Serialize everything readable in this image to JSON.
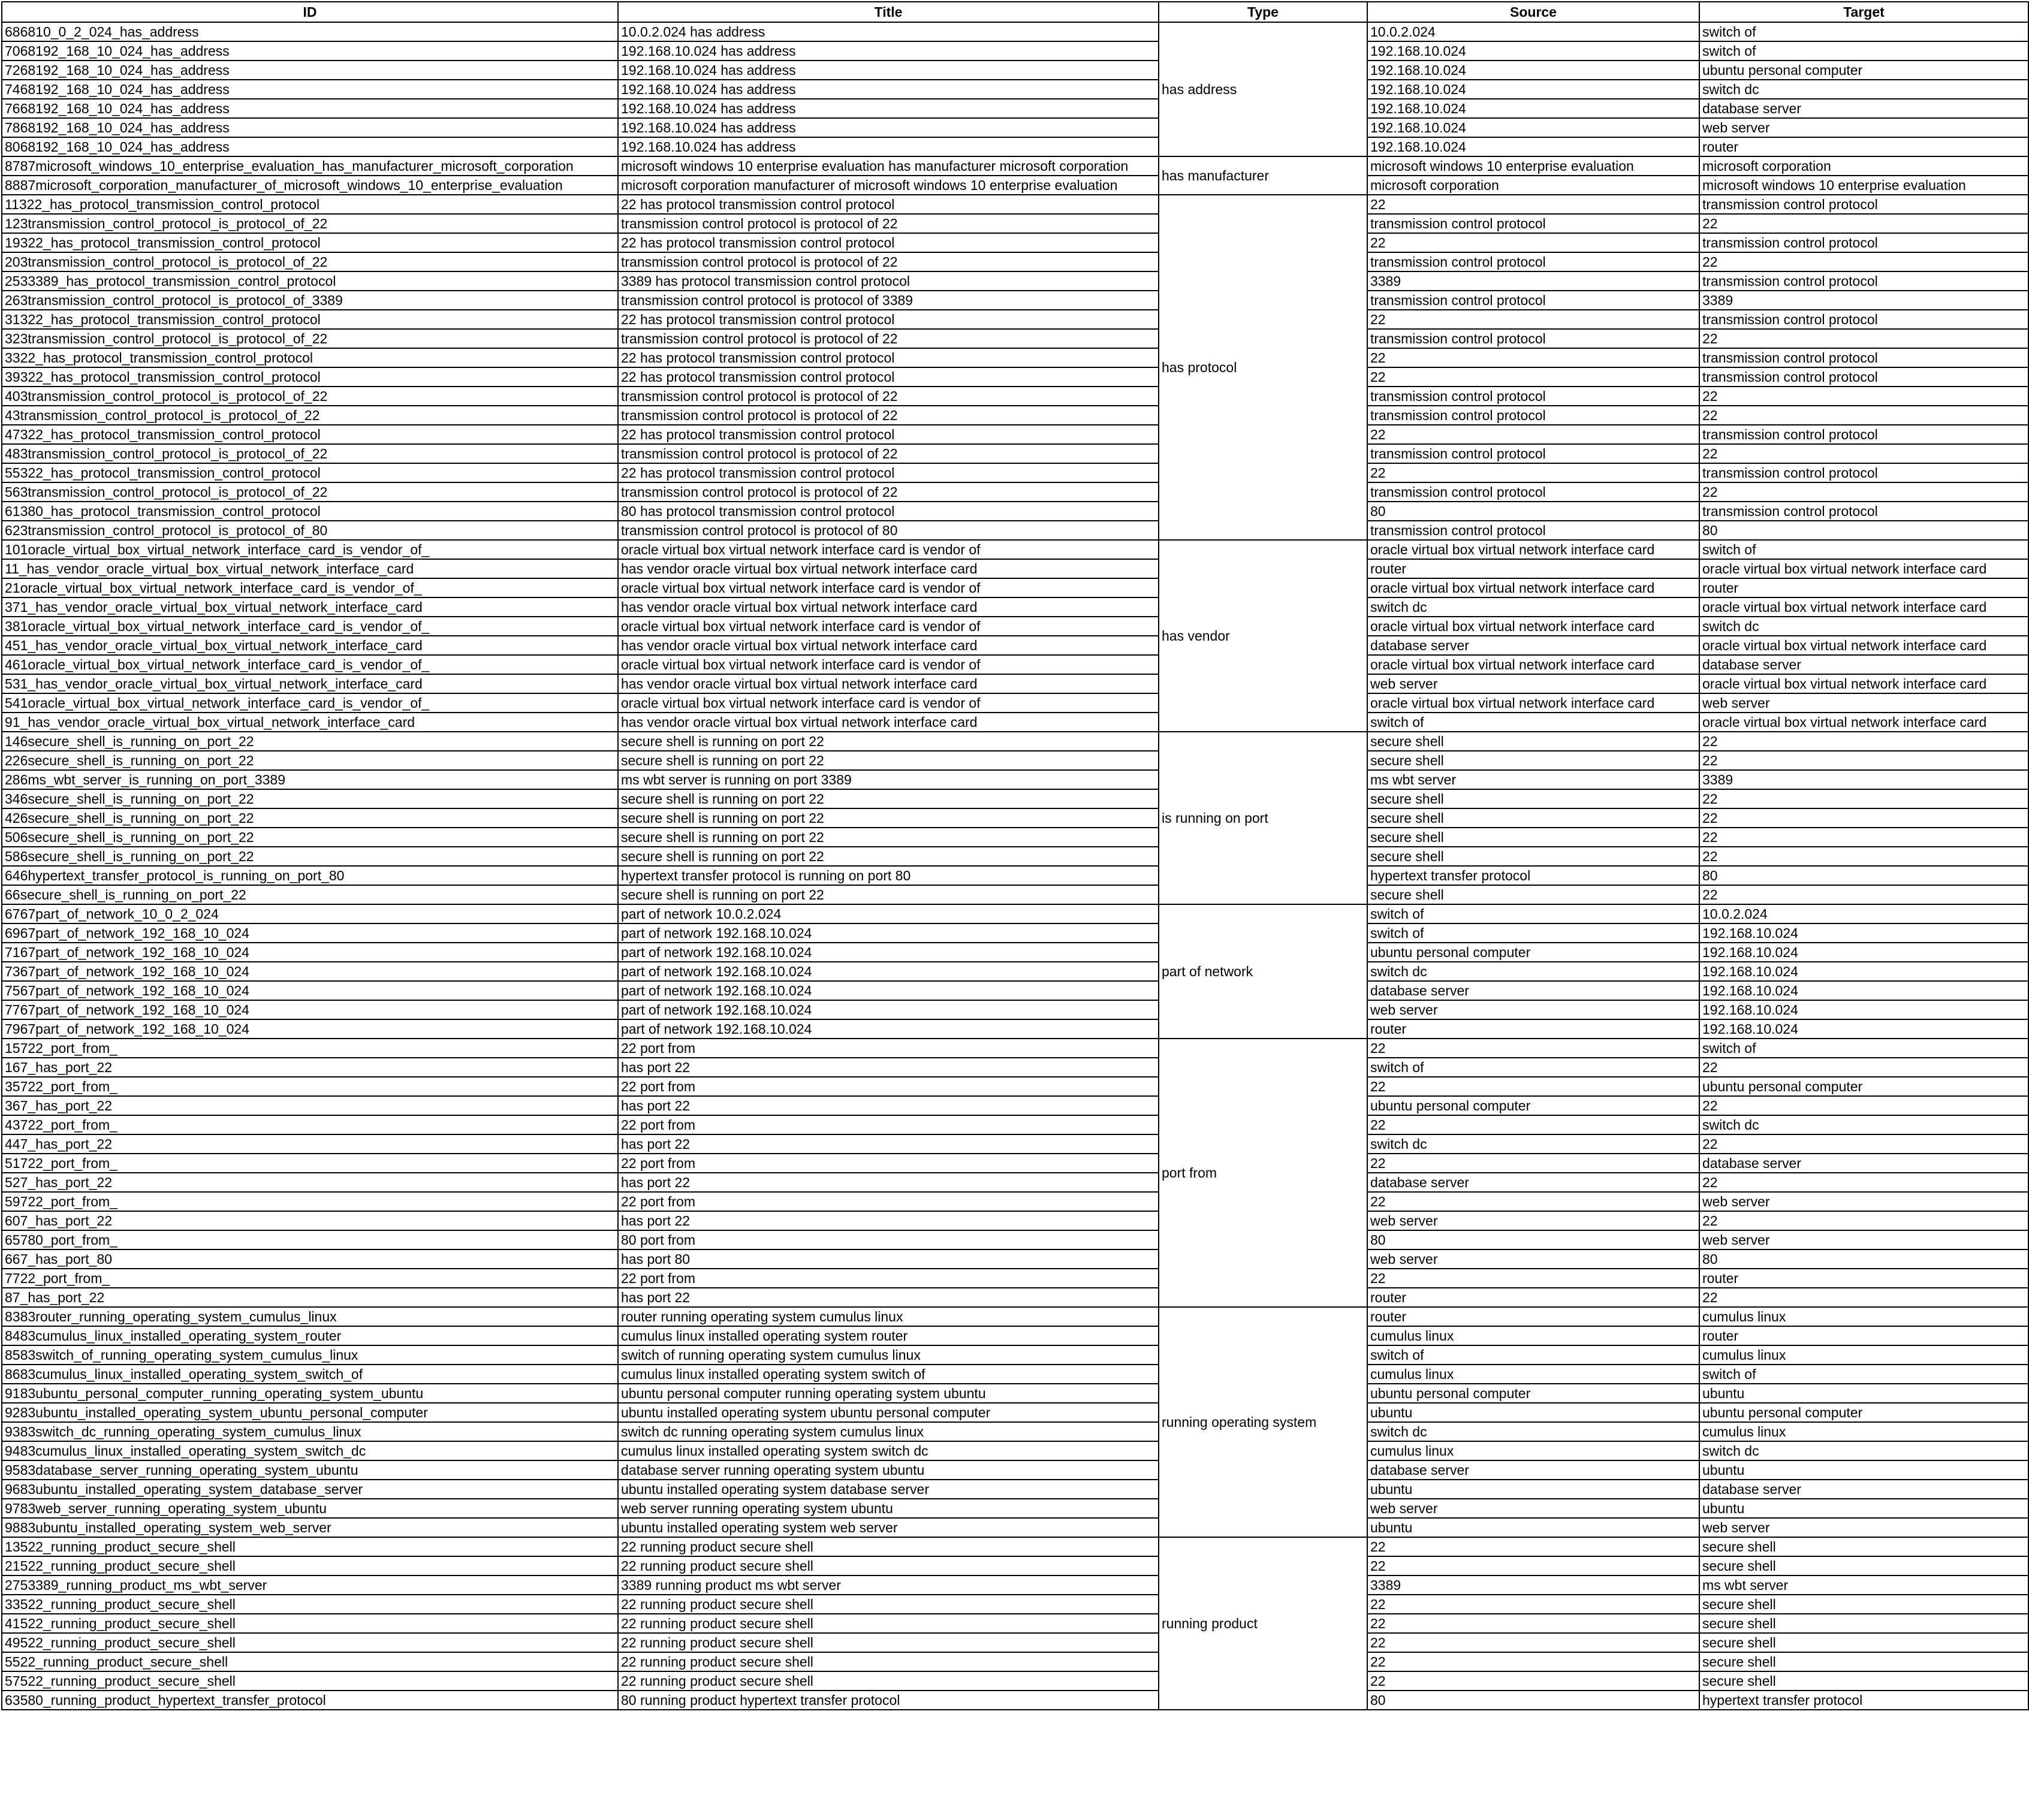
{
  "columns": [
    "ID",
    "Title",
    "Type",
    "Source",
    "Target"
  ],
  "groups": [
    {
      "type": "has address",
      "rows": [
        [
          "686810_0_2_024_has_address",
          "10.0.2.024 has address",
          "10.0.2.024",
          "switch of"
        ],
        [
          "7068192_168_10_024_has_address",
          "192.168.10.024 has address",
          "192.168.10.024",
          "switch of"
        ],
        [
          "7268192_168_10_024_has_address",
          "192.168.10.024 has address",
          "192.168.10.024",
          "ubuntu personal computer"
        ],
        [
          "7468192_168_10_024_has_address",
          "192.168.10.024 has address",
          "192.168.10.024",
          "switch dc"
        ],
        [
          "7668192_168_10_024_has_address",
          "192.168.10.024 has address",
          "192.168.10.024",
          "database server"
        ],
        [
          "7868192_168_10_024_has_address",
          "192.168.10.024 has address",
          "192.168.10.024",
          "web server"
        ],
        [
          "8068192_168_10_024_has_address",
          "192.168.10.024 has address",
          "192.168.10.024",
          "router"
        ]
      ]
    },
    {
      "type": "has manufacturer",
      "rows": [
        [
          "8787microsoft_windows_10_enterprise_evaluation_has_manufacturer_microsoft_corporation",
          "microsoft windows 10 enterprise evaluation has manufacturer microsoft corporation",
          "microsoft windows 10 enterprise evaluation",
          "microsoft corporation"
        ],
        [
          "8887microsoft_corporation_manufacturer_of_microsoft_windows_10_enterprise_evaluation",
          "microsoft corporation manufacturer of microsoft windows 10 enterprise evaluation",
          "microsoft corporation",
          "microsoft windows 10 enterprise evaluation"
        ]
      ]
    },
    {
      "type": "has protocol",
      "rows": [
        [
          "11322_has_protocol_transmission_control_protocol",
          "22 has protocol transmission control protocol",
          "22",
          "transmission control protocol"
        ],
        [
          "123transmission_control_protocol_is_protocol_of_22",
          "transmission control protocol is protocol of 22",
          "transmission control protocol",
          "22"
        ],
        [
          "19322_has_protocol_transmission_control_protocol",
          "22 has protocol transmission control protocol",
          "22",
          "transmission control protocol"
        ],
        [
          "203transmission_control_protocol_is_protocol_of_22",
          "transmission control protocol is protocol of 22",
          "transmission control protocol",
          "22"
        ],
        [
          "2533389_has_protocol_transmission_control_protocol",
          "3389 has protocol transmission control protocol",
          "3389",
          "transmission control protocol"
        ],
        [
          "263transmission_control_protocol_is_protocol_of_3389",
          "transmission control protocol is protocol of 3389",
          "transmission control protocol",
          "3389"
        ],
        [
          "31322_has_protocol_transmission_control_protocol",
          "22 has protocol transmission control protocol",
          "22",
          "transmission control protocol"
        ],
        [
          "323transmission_control_protocol_is_protocol_of_22",
          "transmission control protocol is protocol of 22",
          "transmission control protocol",
          "22"
        ],
        [
          "3322_has_protocol_transmission_control_protocol",
          "22 has protocol transmission control protocol",
          "22",
          "transmission control protocol"
        ],
        [
          "39322_has_protocol_transmission_control_protocol",
          "22 has protocol transmission control protocol",
          "22",
          "transmission control protocol"
        ],
        [
          "403transmission_control_protocol_is_protocol_of_22",
          "transmission control protocol is protocol of 22",
          "transmission control protocol",
          "22"
        ],
        [
          "43transmission_control_protocol_is_protocol_of_22",
          "transmission control protocol is protocol of 22",
          "transmission control protocol",
          "22"
        ],
        [
          "47322_has_protocol_transmission_control_protocol",
          "22 has protocol transmission control protocol",
          "22",
          "transmission control protocol"
        ],
        [
          "483transmission_control_protocol_is_protocol_of_22",
          "transmission control protocol is protocol of 22",
          "transmission control protocol",
          "22"
        ],
        [
          "55322_has_protocol_transmission_control_protocol",
          "22 has protocol transmission control protocol",
          "22",
          "transmission control protocol"
        ],
        [
          "563transmission_control_protocol_is_protocol_of_22",
          "transmission control protocol is protocol of 22",
          "transmission control protocol",
          "22"
        ],
        [
          "61380_has_protocol_transmission_control_protocol",
          "80 has protocol transmission control protocol",
          "80",
          "transmission control protocol"
        ],
        [
          "623transmission_control_protocol_is_protocol_of_80",
          "transmission control protocol is protocol of 80",
          "transmission control protocol",
          "80"
        ]
      ]
    },
    {
      "type": "has vendor",
      "rows": [
        [
          "101oracle_virtual_box_virtual_network_interface_card_is_vendor_of_",
          "oracle virtual box virtual network interface card is vendor of",
          "oracle virtual box virtual network interface card",
          "switch of"
        ],
        [
          "11_has_vendor_oracle_virtual_box_virtual_network_interface_card",
          " has vendor oracle virtual box virtual network interface card",
          "router",
          "oracle virtual box virtual network interface card"
        ],
        [
          "21oracle_virtual_box_virtual_network_interface_card_is_vendor_of_",
          "oracle virtual box virtual network interface card is vendor of",
          "oracle virtual box virtual network interface card",
          "router"
        ],
        [
          "371_has_vendor_oracle_virtual_box_virtual_network_interface_card",
          " has vendor oracle virtual box virtual network interface card",
          "switch dc",
          "oracle virtual box virtual network interface card"
        ],
        [
          "381oracle_virtual_box_virtual_network_interface_card_is_vendor_of_",
          "oracle virtual box virtual network interface card is vendor of",
          "oracle virtual box virtual network interface card",
          "switch dc"
        ],
        [
          "451_has_vendor_oracle_virtual_box_virtual_network_interface_card",
          " has vendor oracle virtual box virtual network interface card",
          "database server",
          "oracle virtual box virtual network interface card"
        ],
        [
          "461oracle_virtual_box_virtual_network_interface_card_is_vendor_of_",
          "oracle virtual box virtual network interface card is vendor of",
          "oracle virtual box virtual network interface card",
          "database server"
        ],
        [
          "531_has_vendor_oracle_virtual_box_virtual_network_interface_card",
          " has vendor oracle virtual box virtual network interface card",
          "web server",
          "oracle virtual box virtual network interface card"
        ],
        [
          "541oracle_virtual_box_virtual_network_interface_card_is_vendor_of_",
          "oracle virtual box virtual network interface card is vendor of",
          "oracle virtual box virtual network interface card",
          "web server"
        ],
        [
          "91_has_vendor_oracle_virtual_box_virtual_network_interface_card",
          " has vendor oracle virtual box virtual network interface card",
          "switch of",
          "oracle virtual box virtual network interface card"
        ]
      ]
    },
    {
      "type": "is running on port",
      "rows": [
        [
          "146secure_shell_is_running_on_port_22",
          "secure shell is running on port 22",
          "secure shell",
          "22"
        ],
        [
          "226secure_shell_is_running_on_port_22",
          "secure shell is running on port 22",
          "secure shell",
          "22"
        ],
        [
          "286ms_wbt_server_is_running_on_port_3389",
          "ms wbt server is running on port 3389",
          "ms wbt server",
          "3389"
        ],
        [
          "346secure_shell_is_running_on_port_22",
          "secure shell is running on port 22",
          "secure shell",
          "22"
        ],
        [
          "426secure_shell_is_running_on_port_22",
          "secure shell is running on port 22",
          "secure shell",
          "22"
        ],
        [
          "506secure_shell_is_running_on_port_22",
          "secure shell is running on port 22",
          "secure shell",
          "22"
        ],
        [
          "586secure_shell_is_running_on_port_22",
          "secure shell is running on port 22",
          "secure shell",
          "22"
        ],
        [
          "646hypertext_transfer_protocol_is_running_on_port_80",
          "hypertext transfer protocol is running on port 80",
          "hypertext transfer protocol",
          "80"
        ],
        [
          "66secure_shell_is_running_on_port_22",
          "secure shell is running on port 22",
          "secure shell",
          "22"
        ]
      ]
    },
    {
      "type": "part of network",
      "rows": [
        [
          "6767part_of_network_10_0_2_024",
          "part of network 10.0.2.024",
          "switch of",
          "10.0.2.024"
        ],
        [
          "6967part_of_network_192_168_10_024",
          "part of network 192.168.10.024",
          "switch of",
          "192.168.10.024"
        ],
        [
          "7167part_of_network_192_168_10_024",
          "part of network 192.168.10.024",
          "ubuntu personal computer",
          "192.168.10.024"
        ],
        [
          "7367part_of_network_192_168_10_024",
          "part of network 192.168.10.024",
          "switch dc",
          "192.168.10.024"
        ],
        [
          "7567part_of_network_192_168_10_024",
          "part of network 192.168.10.024",
          "database server",
          "192.168.10.024"
        ],
        [
          "7767part_of_network_192_168_10_024",
          "part of network 192.168.10.024",
          "web server",
          "192.168.10.024"
        ],
        [
          "7967part_of_network_192_168_10_024",
          "part of network 192.168.10.024",
          "router",
          "192.168.10.024"
        ]
      ]
    },
    {
      "type": "port from",
      "rows": [
        [
          "15722_port_from_",
          "22 port from",
          "22",
          "switch of"
        ],
        [
          "167_has_port_22",
          " has port 22",
          "switch of",
          "22"
        ],
        [
          "35722_port_from_",
          "22 port from",
          "22",
          "ubuntu personal computer"
        ],
        [
          "367_has_port_22",
          " has port 22",
          "ubuntu personal computer",
          "22"
        ],
        [
          "43722_port_from_",
          "22 port from",
          "22",
          "switch dc"
        ],
        [
          "447_has_port_22",
          " has port 22",
          "switch dc",
          "22"
        ],
        [
          "51722_port_from_",
          "22 port from",
          "22",
          "database server"
        ],
        [
          "527_has_port_22",
          " has port 22",
          "database server",
          "22"
        ],
        [
          "59722_port_from_",
          "22 port from",
          "22",
          "web server"
        ],
        [
          "607_has_port_22",
          " has port 22",
          "web server",
          "22"
        ],
        [
          "65780_port_from_",
          "80 port from",
          "80",
          "web server"
        ],
        [
          "667_has_port_80",
          " has port 80",
          "web server",
          "80"
        ],
        [
          "7722_port_from_",
          "22 port from",
          "22",
          "router"
        ],
        [
          "87_has_port_22",
          " has port 22",
          "router",
          "22"
        ]
      ]
    },
    {
      "type": "running operating system",
      "rows": [
        [
          "8383router_running_operating_system_cumulus_linux",
          "router running operating system cumulus linux",
          "router",
          "cumulus linux"
        ],
        [
          "8483cumulus_linux_installed_operating_system_router",
          "cumulus linux installed operating system router",
          "cumulus linux",
          "router"
        ],
        [
          "8583switch_of_running_operating_system_cumulus_linux",
          "switch of running operating system cumulus linux",
          "switch of",
          "cumulus linux"
        ],
        [
          "8683cumulus_linux_installed_operating_system_switch_of",
          "cumulus linux installed operating system switch of",
          "cumulus linux",
          "switch of"
        ],
        [
          "9183ubuntu_personal_computer_running_operating_system_ubuntu",
          "ubuntu personal computer running operating system ubuntu",
          "ubuntu personal computer",
          "ubuntu"
        ],
        [
          "9283ubuntu_installed_operating_system_ubuntu_personal_computer",
          "ubuntu installed operating system ubuntu personal computer",
          "ubuntu",
          "ubuntu personal computer"
        ],
        [
          "9383switch_dc_running_operating_system_cumulus_linux",
          "switch dc running operating system cumulus linux",
          "switch dc",
          "cumulus linux"
        ],
        [
          "9483cumulus_linux_installed_operating_system_switch_dc",
          "cumulus linux installed operating system switch dc",
          "cumulus linux",
          "switch dc"
        ],
        [
          "9583database_server_running_operating_system_ubuntu",
          "database server running operating system ubuntu",
          "database server",
          "ubuntu"
        ],
        [
          "9683ubuntu_installed_operating_system_database_server",
          "ubuntu installed operating system database server",
          "ubuntu",
          "database server"
        ],
        [
          "9783web_server_running_operating_system_ubuntu",
          "web server running operating system ubuntu",
          "web server",
          "ubuntu"
        ],
        [
          "9883ubuntu_installed_operating_system_web_server",
          "ubuntu installed operating system web server",
          "ubuntu",
          "web server"
        ]
      ]
    },
    {
      "type": "running product",
      "rows": [
        [
          "13522_running_product_secure_shell",
          "22 running product secure shell",
          "22",
          "secure shell"
        ],
        [
          "21522_running_product_secure_shell",
          "22 running product secure shell",
          "22",
          "secure shell"
        ],
        [
          "2753389_running_product_ms_wbt_server",
          "3389 running product ms wbt server",
          "3389",
          "ms wbt server"
        ],
        [
          "33522_running_product_secure_shell",
          "22 running product secure shell",
          "22",
          "secure shell"
        ],
        [
          "41522_running_product_secure_shell",
          "22 running product secure shell",
          "22",
          "secure shell"
        ],
        [
          "49522_running_product_secure_shell",
          "22 running product secure shell",
          "22",
          "secure shell"
        ],
        [
          "5522_running_product_secure_shell",
          "22 running product secure shell",
          "22",
          "secure shell"
        ],
        [
          "57522_running_product_secure_shell",
          "22 running product secure shell",
          "22",
          "secure shell"
        ],
        [
          "63580_running_product_hypertext_transfer_protocol",
          "80 running product hypertext transfer protocol",
          "80",
          "hypertext transfer protocol"
        ]
      ]
    }
  ]
}
